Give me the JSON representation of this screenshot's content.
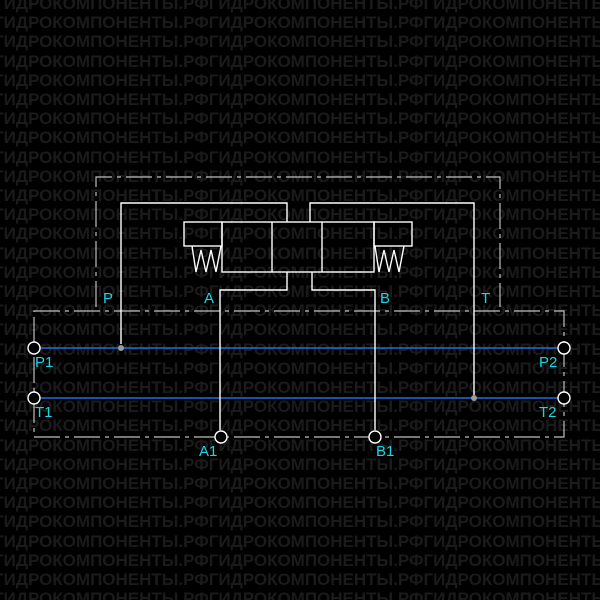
{
  "watermark": {
    "text": "ГИДРОКОМПОНЕНТЫ.РФ"
  },
  "colors": {
    "background": "#000000",
    "line": "#ffffff",
    "dashed": "#bfbfbf",
    "channel": "#1e6fe0",
    "label": "#19d7e6",
    "junction": "#9a9a9a"
  },
  "valve_labels": {
    "p": "P",
    "a": "A",
    "b": "B",
    "t": "T"
  },
  "port_labels": {
    "p1": "P1",
    "p2": "P2",
    "t1": "T1",
    "t2": "T2",
    "a1": "A1",
    "b1": "B1"
  }
}
